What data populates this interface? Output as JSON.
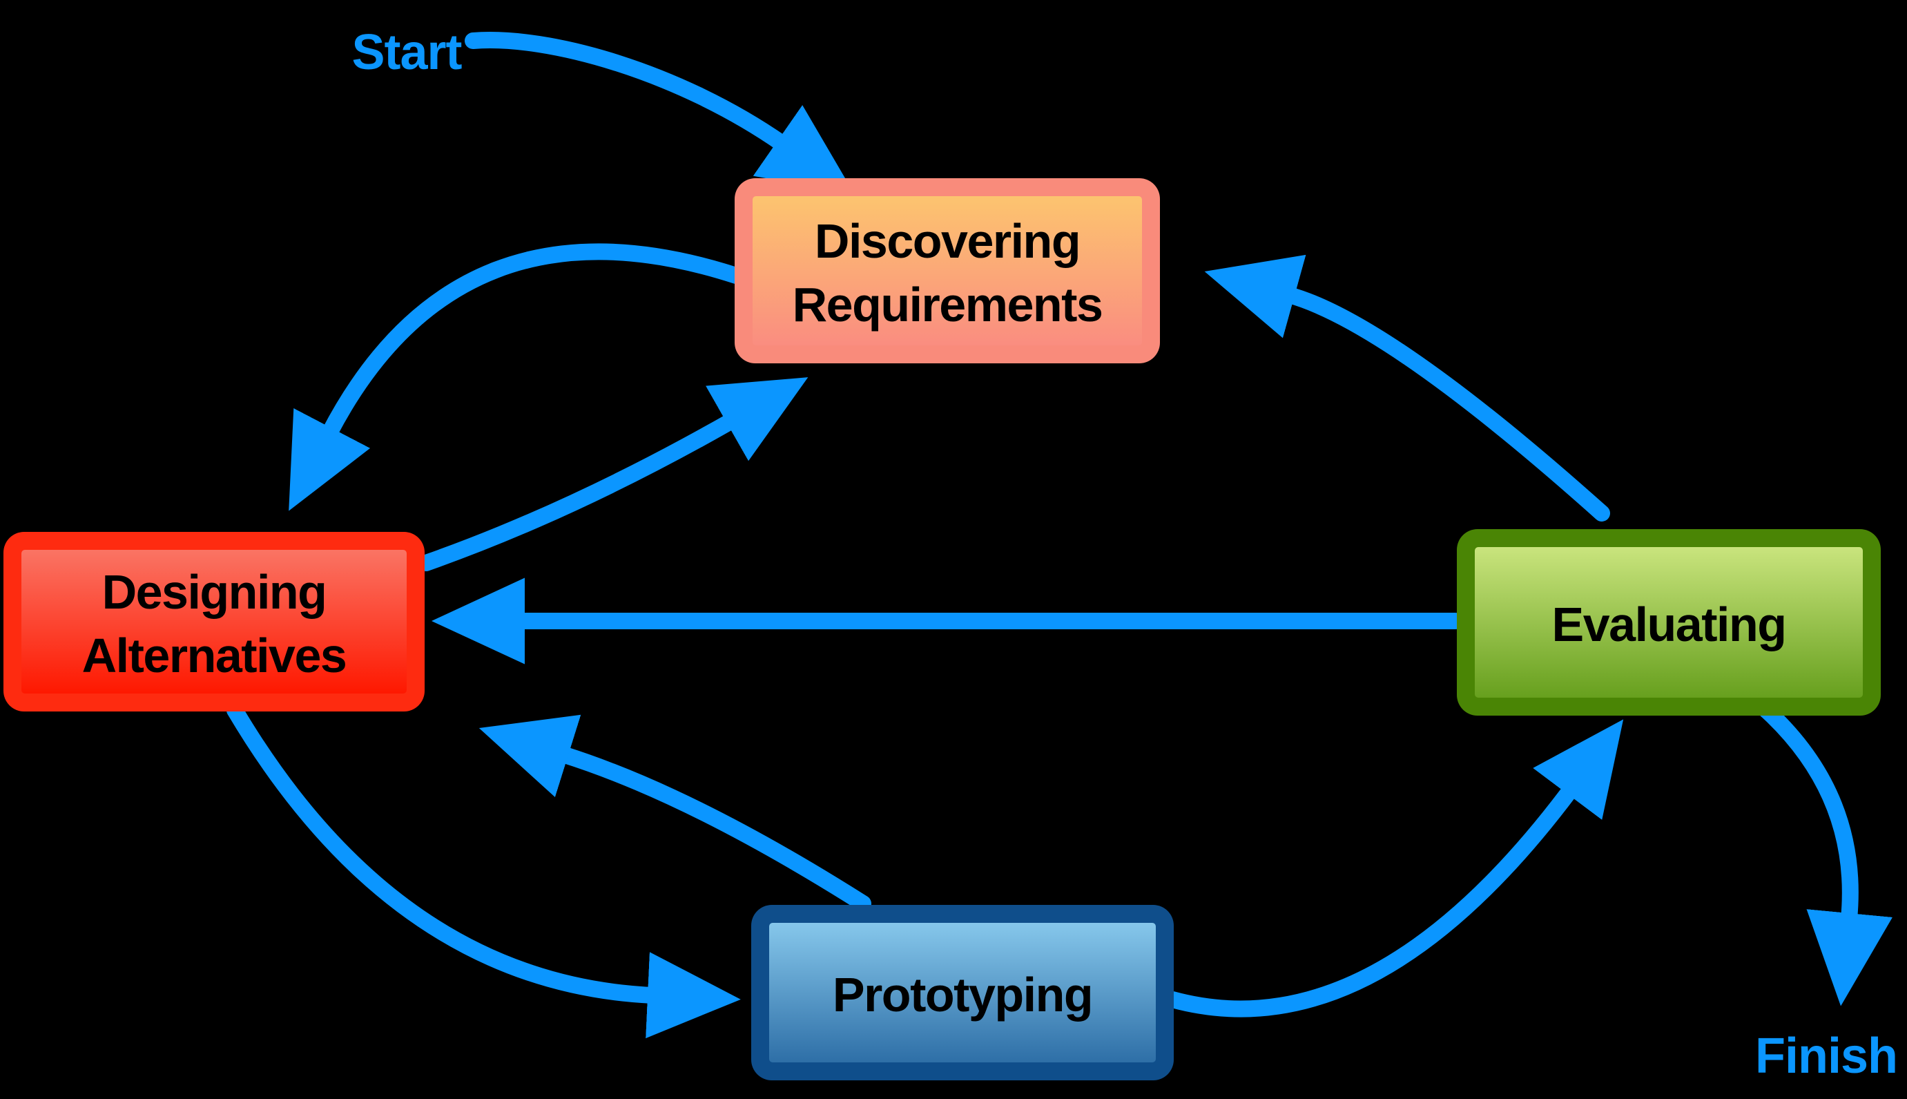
{
  "colors": {
    "background": "#000000",
    "arrow": "#0B96FF",
    "endpoint_text": "#0B96FF",
    "node_label_text": "#000000"
  },
  "labels": {
    "start": "Start",
    "finish": "Finish"
  },
  "nodes": [
    {
      "id": "discovering-requirements",
      "lines": [
        "Discovering",
        "Requirements"
      ],
      "border_color": "#F98B7B",
      "fill_top": "#FCC46F",
      "fill_bottom": "#FA8D80"
    },
    {
      "id": "designing-alternatives",
      "lines": [
        "Designing",
        "Alternatives"
      ],
      "border_color": "#FE2B10",
      "fill_top": "#FA7464",
      "fill_bottom": "#FE1800"
    },
    {
      "id": "evaluating",
      "lines": [
        "Evaluating"
      ],
      "border_color": "#4A8505",
      "fill_top": "#C9E47D",
      "fill_bottom": "#67A01E"
    },
    {
      "id": "prototyping",
      "lines": [
        "Prototyping"
      ],
      "border_color": "#0F4E8B",
      "fill_top": "#86C7EB",
      "fill_bottom": "#2E6FA7"
    }
  ],
  "edges": [
    {
      "from": "start",
      "to": "discovering-requirements"
    },
    {
      "from": "discovering-requirements",
      "to": "designing-alternatives"
    },
    {
      "from": "designing-alternatives",
      "to": "discovering-requirements"
    },
    {
      "from": "evaluating",
      "to": "discovering-requirements"
    },
    {
      "from": "evaluating",
      "to": "designing-alternatives"
    },
    {
      "from": "designing-alternatives",
      "to": "prototyping"
    },
    {
      "from": "prototyping",
      "to": "designing-alternatives"
    },
    {
      "from": "prototyping",
      "to": "evaluating"
    },
    {
      "from": "evaluating",
      "to": "finish"
    }
  ]
}
